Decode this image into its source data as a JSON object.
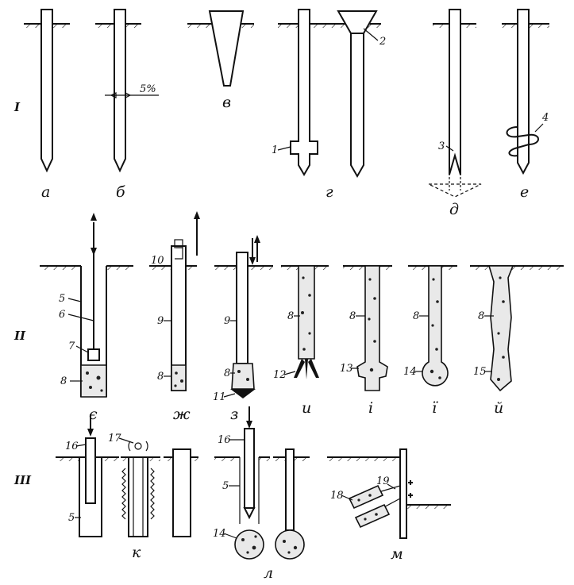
{
  "rows": {
    "row1": "I",
    "row2": "II",
    "row3": "III"
  },
  "letters": {
    "a": "а",
    "b": "б",
    "v": "в",
    "g": "г",
    "d": "д",
    "e": "е",
    "ye": "є",
    "zh": "ж",
    "z": "з",
    "i": "и",
    "i2": "і",
    "yi": "ї",
    "y": "й",
    "k": "к",
    "l": "л",
    "m": "м"
  },
  "annotations": {
    "slope": "5%"
  },
  "numbers": {
    "n1": "1",
    "n2": "2",
    "n3": "3",
    "n4": "4",
    "n5": "5",
    "n6": "6",
    "n7": "7",
    "n8": "8",
    "n9": "9",
    "n10": "10",
    "n11": "11",
    "n12": "12",
    "n13": "13",
    "n14": "14",
    "n15": "15",
    "n16": "16",
    "n17": "17",
    "n18": "18",
    "n19": "19"
  }
}
